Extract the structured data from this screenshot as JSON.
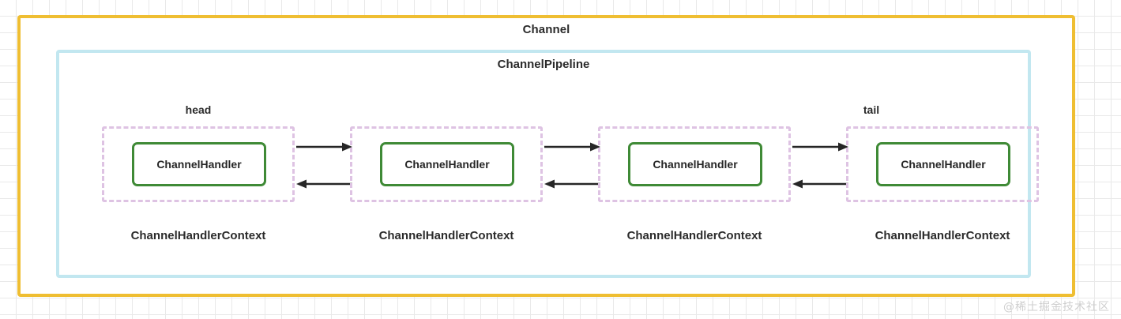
{
  "diagram": {
    "outer": {
      "title": "Channel",
      "border_color": "#efbe32"
    },
    "inner": {
      "title": "ChannelPipeline",
      "border_color": "#c2e7f0"
    },
    "end_labels": {
      "head": "head",
      "tail": "tail"
    },
    "context_border_color": "#dec3e3",
    "handler_border_color": "#3f8a36",
    "arrow_color": "#262626",
    "nodes": [
      {
        "handler_label": "ChannelHandler",
        "context_label": "ChannelHandlerContext",
        "end_label": "head"
      },
      {
        "handler_label": "ChannelHandler",
        "context_label": "ChannelHandlerContext",
        "end_label": ""
      },
      {
        "handler_label": "ChannelHandler",
        "context_label": "ChannelHandlerContext",
        "end_label": ""
      },
      {
        "handler_label": "ChannelHandler",
        "context_label": "ChannelHandlerContext",
        "end_label": "tail"
      }
    ],
    "connectors": [
      {
        "inbound": "right",
        "outbound": "left"
      },
      {
        "inbound": "right",
        "outbound": "left"
      },
      {
        "inbound": "right",
        "outbound": "left"
      }
    ],
    "watermark": "@稀土掘金技术社区"
  }
}
